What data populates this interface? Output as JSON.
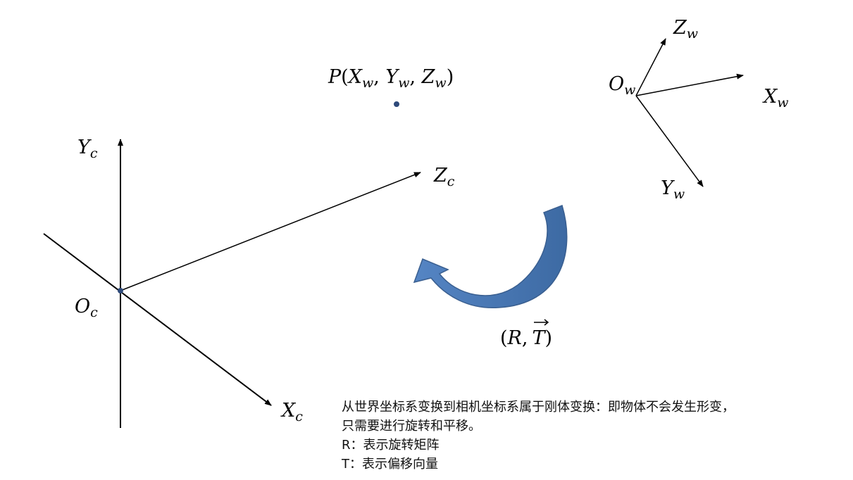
{
  "point": {
    "name": "P",
    "coords": [
      "X",
      "w",
      "Y",
      "w",
      "Z",
      "w"
    ]
  },
  "camera": {
    "origin": [
      "O",
      "c"
    ],
    "x": [
      "X",
      "c"
    ],
    "y": [
      "Y",
      "c"
    ],
    "z": [
      "Z",
      "c"
    ]
  },
  "world": {
    "origin": [
      "O",
      "w"
    ],
    "x": [
      "X",
      "w"
    ],
    "y": [
      "Y",
      "w"
    ],
    "z": [
      "Z",
      "w"
    ]
  },
  "transform_label": {
    "open": "(",
    "r": "R",
    "comma": ",",
    "t": "T",
    "close": ")"
  },
  "notes": {
    "line1": "从世界坐标系变换到相机坐标系属于刚体变换：即物体不会发生形变，",
    "line2": "只需要进行旋转和平移。",
    "line3": "R：表示旋转矩阵",
    "line4": "T：表示偏移向量"
  },
  "colors": {
    "arrow_fill": "#4a78b5",
    "arrow_stroke": "#3a5f90",
    "dot": "#2e4a7a"
  }
}
